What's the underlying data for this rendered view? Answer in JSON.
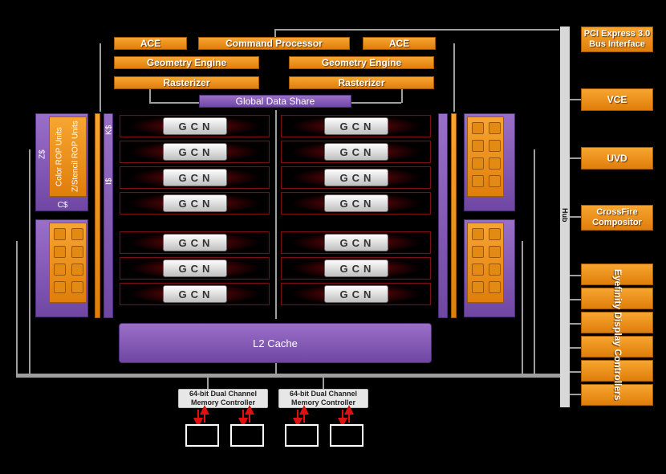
{
  "top": {
    "ace_left": "ACE",
    "command_processor": "Command Processor",
    "ace_right": "ACE",
    "geometry_engine_left": "Geometry Engine",
    "geometry_engine_right": "Geometry Engine",
    "rasterizer_left": "Rasterizer",
    "rasterizer_right": "Rasterizer",
    "global_data_share": "Global Data Share"
  },
  "left_block": {
    "color_rop": "Color ROP Units",
    "z_stencil_rop": "Z/Stencil ROP Units",
    "z_cache": "Z$",
    "c_cache": "C$",
    "k_cache": "K$",
    "i_cache": "I$"
  },
  "gcn_label": "GCN",
  "gcn_upper_rows": 4,
  "gcn_lower_rows": 3,
  "l2_cache": "L2 Cache",
  "memory_controllers": [
    {
      "line1": "64-bit Dual Channel",
      "line2": "Memory Controller"
    },
    {
      "line1": "64-bit Dual Channel",
      "line2": "Memory Controller"
    }
  ],
  "hub_label": "Hub",
  "right_panel": {
    "pcie_line1": "PCI Express 3.0",
    "pcie_line2": "Bus Interface",
    "vce": "VCE",
    "uvd": "UVD",
    "crossfire_line1": "CrossFire",
    "crossfire_line2": "Compositor",
    "eyefinity": "Eyefinity Display Controllers"
  },
  "colors": {
    "orange": "#f29418",
    "purple": "#7d55b0",
    "gcn_red": "#a31018",
    "hub": "#d8d8d8"
  }
}
